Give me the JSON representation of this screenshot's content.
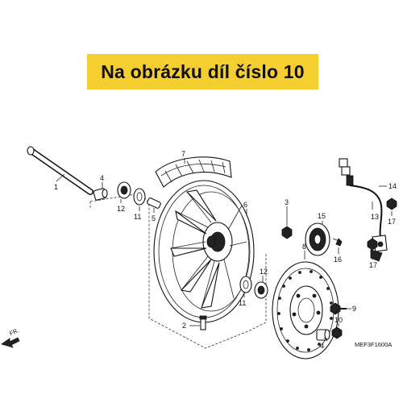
{
  "banner": {
    "text": "Na obrázku díl číslo 10"
  },
  "callouts": [
    "1",
    "2",
    "3",
    "4",
    "5",
    "6",
    "7",
    "8",
    "9",
    "10",
    "11",
    "12",
    "13",
    "14",
    "15",
    "16",
    "17",
    "4",
    "11",
    "12",
    "17"
  ],
  "figure_code": "MEF3F1600A",
  "direction_label": "FR.",
  "colors": {
    "banner": "#f5cf2f",
    "ink": "#111111"
  }
}
